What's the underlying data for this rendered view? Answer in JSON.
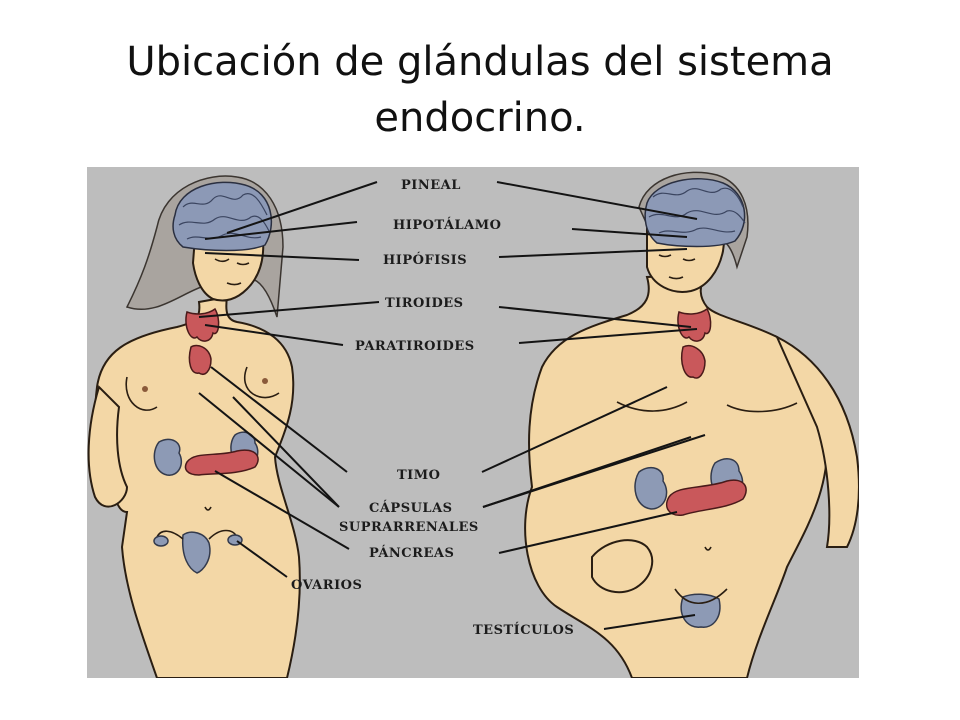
{
  "slide": {
    "title_line1": "Ubicación de glándulas del sistema",
    "title_line2": "endocrino."
  },
  "labels": {
    "pineal": "PINEAL",
    "hipotalamo": "HIPOTÁLAMO",
    "hipofisis": "HIPÓFISIS",
    "tiroides": "TIROIDES",
    "paratiroides": "PARATIROIDES",
    "timo": "TIMO",
    "capsulas": "CÁPSULAS",
    "suprarrenales": "SUPRARRENALES",
    "pancreas": "PÁNCREAS",
    "ovarios": "OVARIOS",
    "testiculos": "TESTÍCULOS"
  },
  "colors": {
    "background": "#bdbdbd",
    "skin": "#f3d7a6",
    "brain": "#8c99b6",
    "gland_red": "#c9585b"
  }
}
